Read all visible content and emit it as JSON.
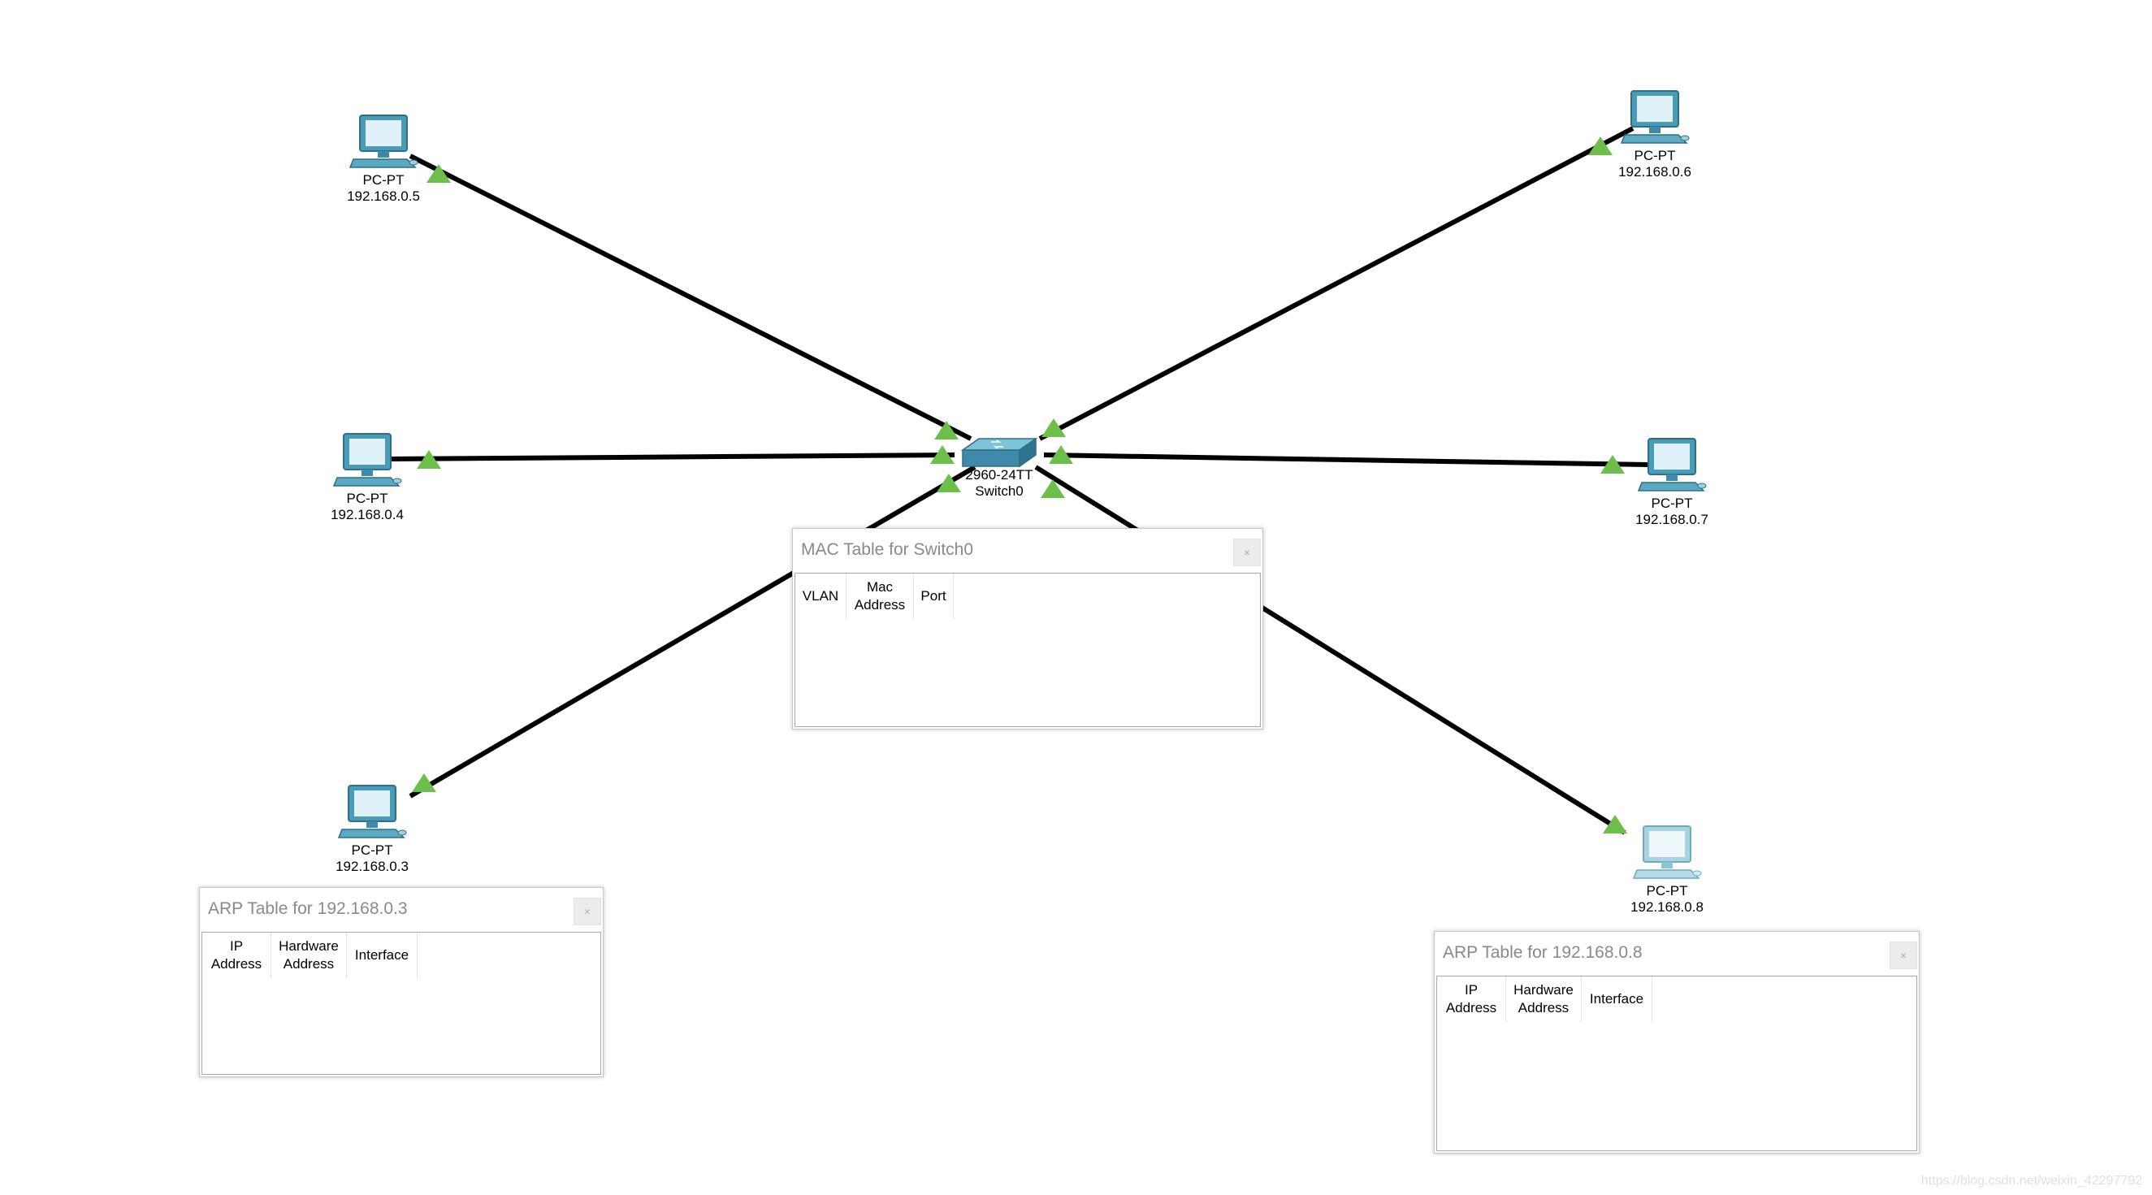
{
  "switch": {
    "model": "2960-24TT",
    "name": "Switch0"
  },
  "pcs": [
    {
      "type": "PC-PT",
      "ip": "192.168.0.5"
    },
    {
      "type": "PC-PT",
      "ip": "192.168.0.4"
    },
    {
      "type": "PC-PT",
      "ip": "192.168.0.3"
    },
    {
      "type": "PC-PT",
      "ip": "192.168.0.6"
    },
    {
      "type": "PC-PT",
      "ip": "192.168.0.7"
    },
    {
      "type": "PC-PT",
      "ip": "192.168.0.8"
    }
  ],
  "mac_table": {
    "title": "MAC Table for Switch0",
    "close_label": "×",
    "columns": [
      "VLAN",
      "Mac\nAddress",
      "Port"
    ]
  },
  "arp_table_1": {
    "title": "ARP Table for 192.168.0.3",
    "close_label": "×",
    "columns": [
      "IP\nAddress",
      "Hardware\nAddress",
      "Interface"
    ]
  },
  "arp_table_2": {
    "title": "ARP Table for 192.168.0.8",
    "close_label": "×",
    "columns": [
      "IP\nAddress",
      "Hardware\nAddress",
      "Interface"
    ]
  },
  "watermark": "https://blog.csdn.net/weixin_42297792",
  "colors": {
    "link": "#000000",
    "link_up_indicator": "#6cc04a",
    "pc_body": "#4a9bb5",
    "switch_body": "#3f8aa8"
  }
}
